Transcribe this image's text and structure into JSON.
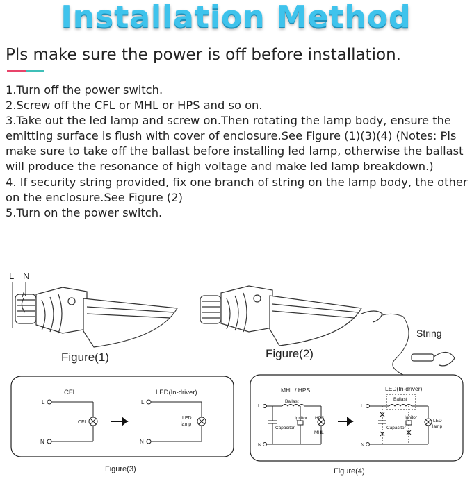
{
  "header": {
    "title": "Installation Method",
    "subtitle": "Pls make sure the power is off before installation.",
    "accent_colors": [
      "#e8446a",
      "#3fbfb8"
    ],
    "title_color": "#3fc3ec"
  },
  "steps": [
    "1.Turn off the power switch.",
    "2.Screw off the CFL or MHL or HPS and so on.",
    "3.Take out the led lamp and screw on.Then rotating the lamp body, ensure the emitting surface is flush with cover of enclosure.See Figure (1)(3)(4) (Notes: Pls make sure to take off the ballast before installing led lamp, otherwise the ballast will produce the resonance of high voltage and make led lamp breakdown.)",
    "4. If security string provided, fix one branch of string on the lamp body, the other on the enclosure.See Figure (2)",
    "5.Turn on the power switch."
  ],
  "figures": {
    "fig1": {
      "caption": "Figure(1)",
      "label_l": "L",
      "label_n": "N"
    },
    "fig2": {
      "caption": "Figure(2)",
      "string_label": "String"
    },
    "fig3": {
      "caption": "Figure(3)",
      "left_title": "CFL",
      "right_title": "LED(In-driver)",
      "l_label": "L",
      "n_label": "N",
      "cfl_label": "CFL",
      "led_label_1": "LED",
      "led_label_2": "lamp"
    },
    "fig4": {
      "caption": "Figure(4)",
      "left_title": "MHL / HPS",
      "right_title": "LED(In-driver)",
      "l_label": "L",
      "n_label": "N",
      "ballast": "Ballast",
      "ignitor": "Ignitor",
      "capacitor": "Capacitor",
      "hps": "HPS",
      "mhl": "MHL",
      "led_1": "LED",
      "led_2": "lamp"
    }
  }
}
